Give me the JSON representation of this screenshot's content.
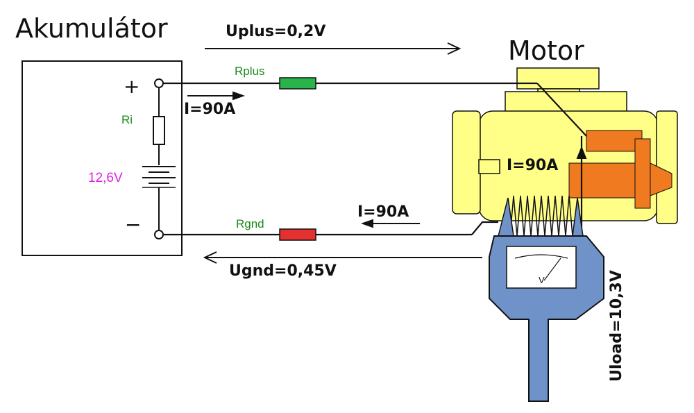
{
  "labels": {
    "battery_title": "Akumulátor",
    "motor_title": "Motor",
    "uplus": "Uplus=0,2V",
    "ugnd": "Ugnd=0,45V",
    "uload": "Uload=10,3V",
    "current_top": "I=90A",
    "current_bottom": "I=90A",
    "current_motor": "I=90A",
    "rplus": "Rplus",
    "rgnd": "Rgnd",
    "ri": "Ri",
    "battery_voltage": "12,6V",
    "plus_sign": "+",
    "minus_sign": "−",
    "meter_unit": "V"
  },
  "colors": {
    "wire": "#111111",
    "rplus_fill": "#2ab34a",
    "rgnd_fill": "#e53030",
    "motor_body": "#ffff88",
    "starter": "#f07a20",
    "meter_body": "#6f93c8",
    "label_green": "#1a8a1a",
    "label_magenta": "#e020e0"
  }
}
